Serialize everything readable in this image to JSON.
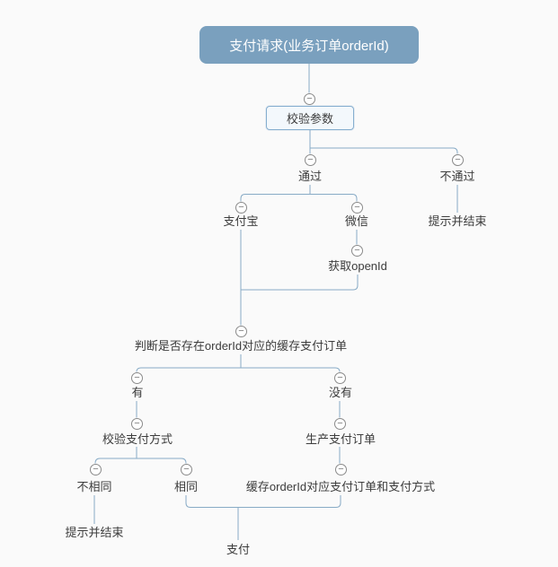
{
  "icons": {
    "minus": "−"
  },
  "colors": {
    "background": "#FAFAFA",
    "root_fill": "#7AA0BE",
    "root_text": "#FFFFFF",
    "box_fill": "#F3F8FC",
    "box_border": "#86AECF",
    "connector": "#88ABC6",
    "toggle_border": "#8A8A8A",
    "label_text": "#3C3C3C"
  },
  "nodes": {
    "root": "支付请求(业务订单orderId)",
    "validate_params": "校验参数",
    "pass": "通过",
    "fail": "不通过",
    "fail_end": "提示并结束",
    "alipay": "支付宝",
    "wechat": "微信",
    "get_openid": "获取openId",
    "check_cached_order": "判断是否存在orderId对应的缓存支付订单",
    "has": "有",
    "has_not": "没有",
    "verify_pay_method": "校验支付方式",
    "create_pay_order": "生产支付订单",
    "not_same": "不相同",
    "same": "相同",
    "not_same_end": "提示并结束",
    "cache_order": "缓存orderId对应支付订单和支付方式",
    "pay": "支付"
  }
}
